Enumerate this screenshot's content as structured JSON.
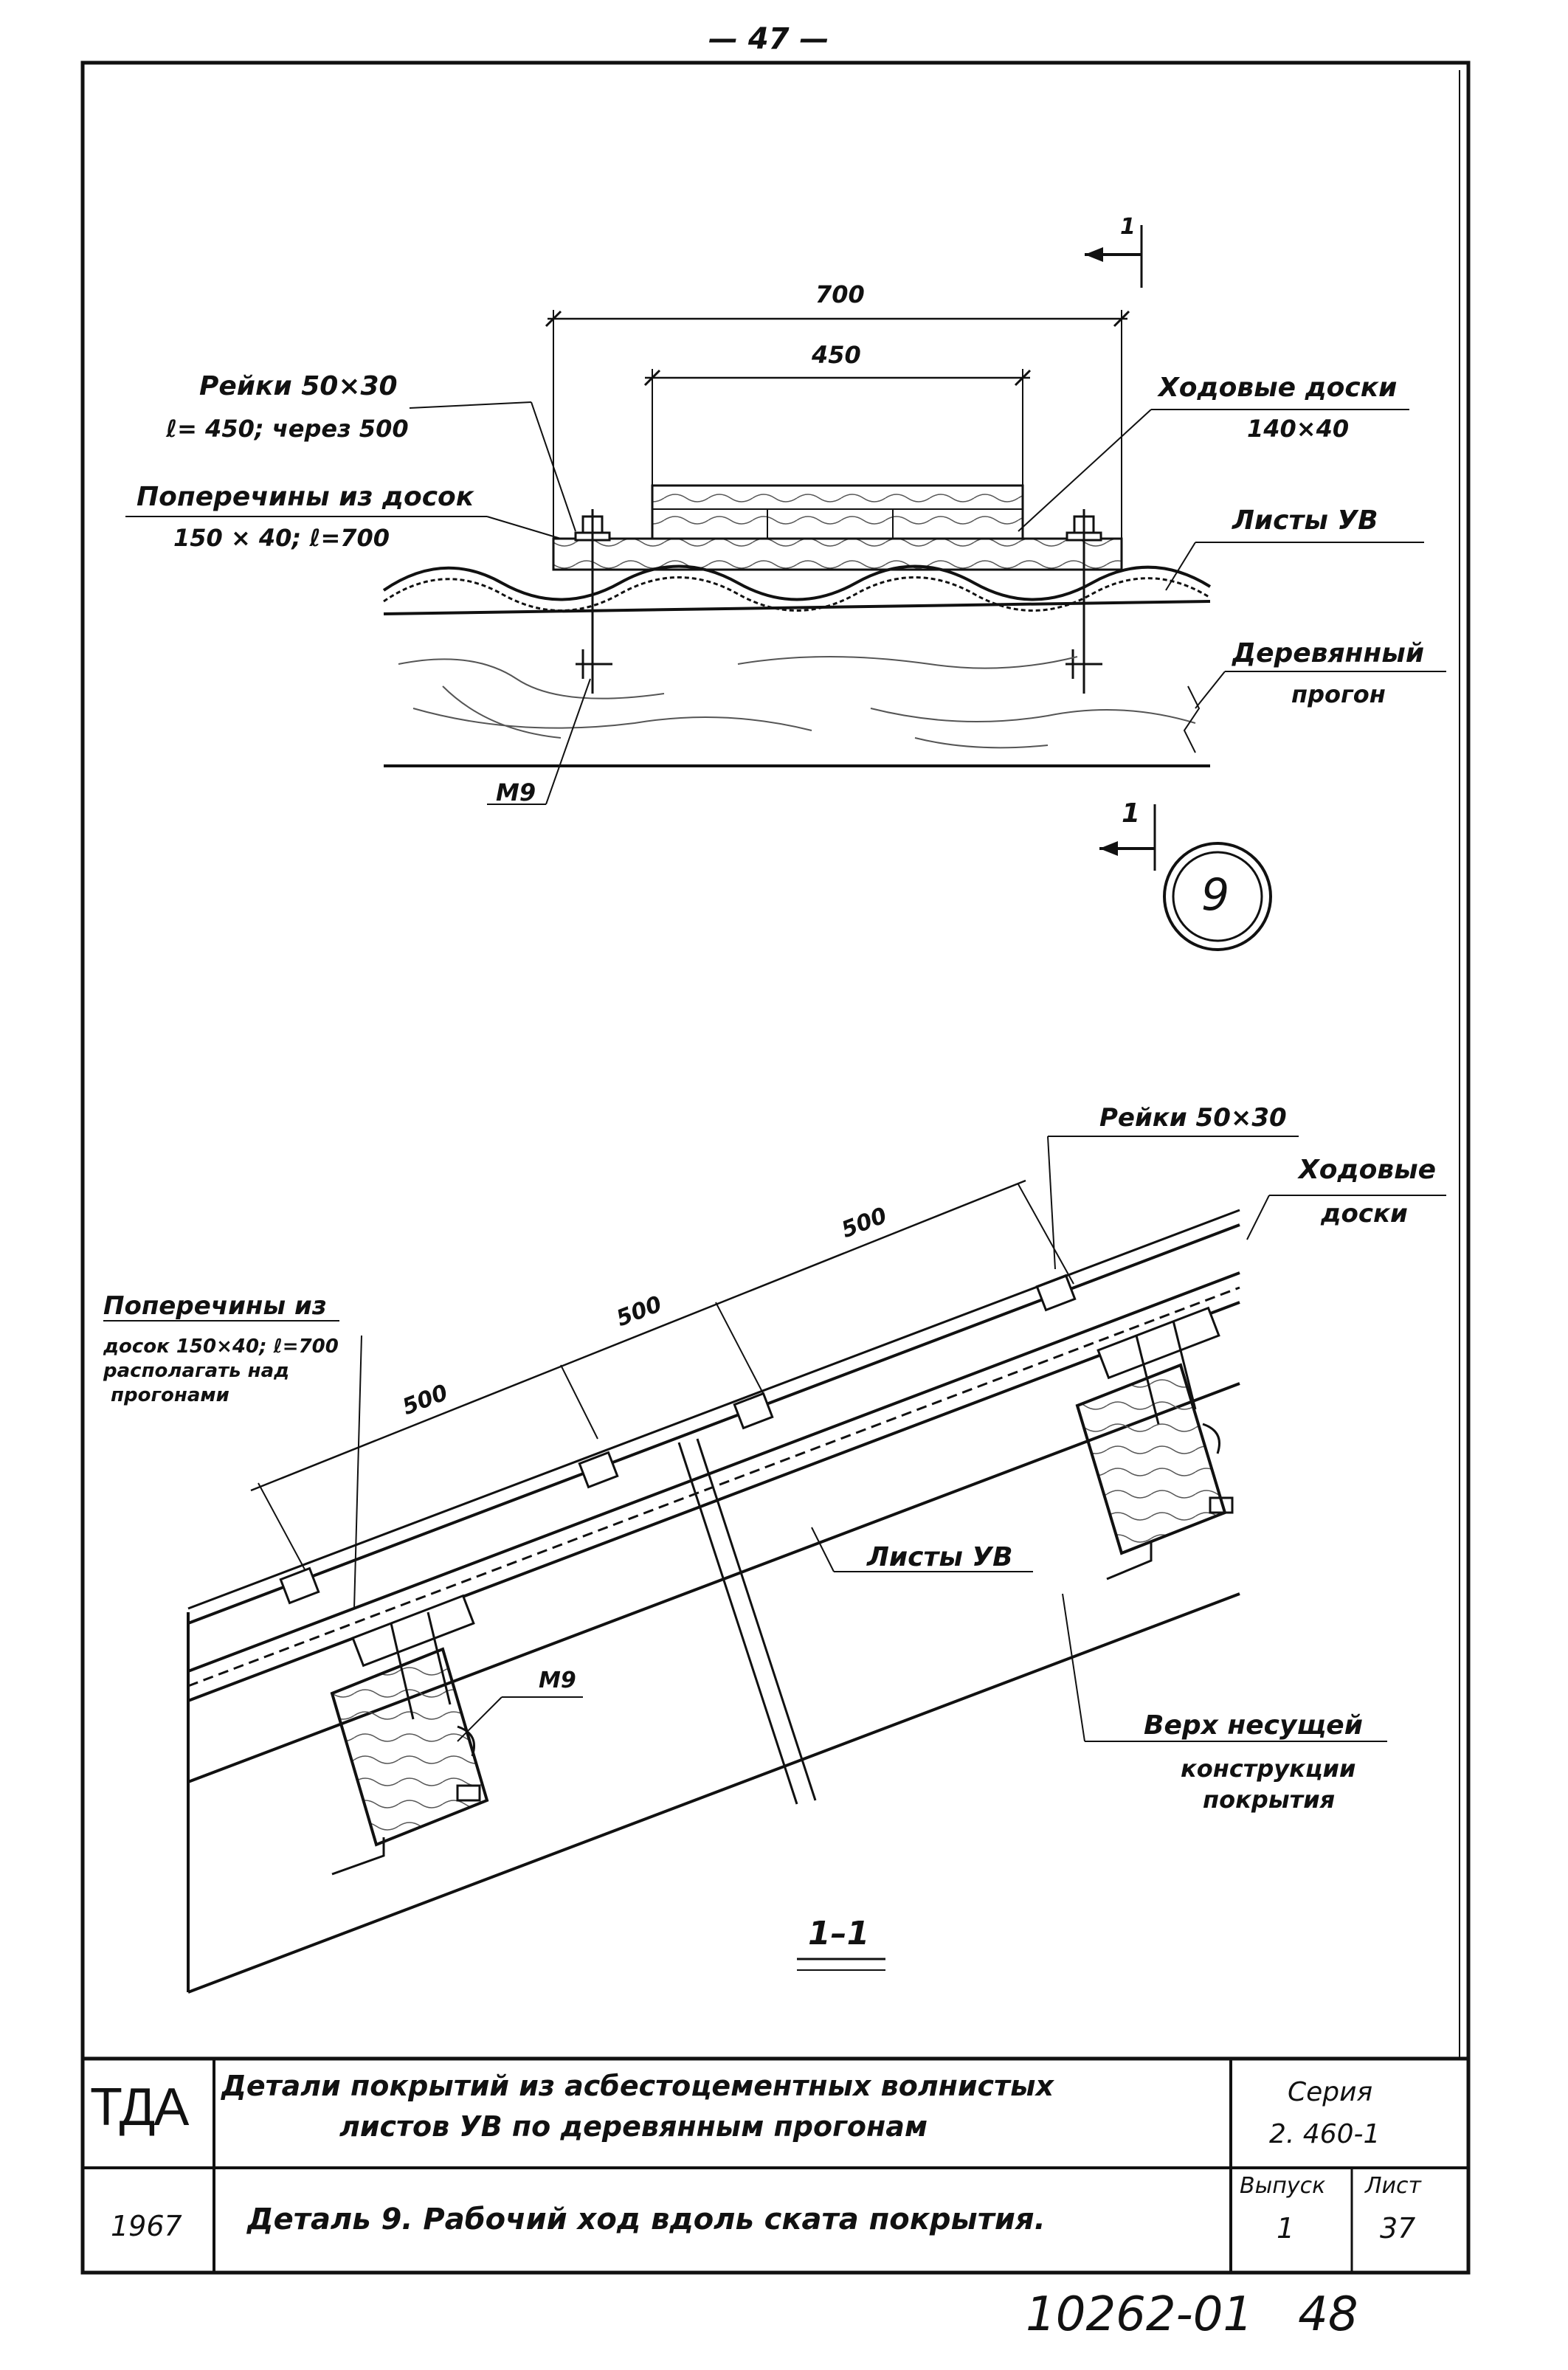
{
  "page_number": "— 47 —",
  "detail_top": {
    "dim_outer": "700",
    "dim_inner": "450",
    "rails_label_1": "Рейки  50×30",
    "rails_label_2": "ℓ= 450;  через 500",
    "cross_label_1": "Поперечины из досок",
    "cross_label_2": "150 × 40;  ℓ=700",
    "walk_label_1": "Ходовые доски",
    "walk_label_2": "140×40",
    "sheets_label": "Листы УВ",
    "purlin_label_1": "Деревянный",
    "purlin_label_2": "прогон",
    "bolt_label": "М9",
    "section_mark": "1",
    "detail_number": "9"
  },
  "detail_section": {
    "rails_label": "Рейки 50×30",
    "walk_label_1": "Ходовые",
    "walk_label_2": "доски",
    "dim_1": "500",
    "dim_2": "500",
    "dim_3": "500",
    "cross_label_1": "Поперечины из",
    "cross_label_2": "досок 150×40; ℓ=700",
    "cross_label_3": "располагать над",
    "cross_label_4": "прогонами",
    "sheets_label": "Листы УВ",
    "bolt_label": "М9",
    "top_label_1": "Верх  несущей",
    "top_label_2": "конструкции",
    "top_label_3": "покрытия",
    "section_title": "1–1"
  },
  "title_block": {
    "org": "ТДА",
    "title_line_1": "Детали   покрытий   из  асбестоцементных  волнистых",
    "title_line_2": "листов  УВ   по   деревянным   прогонам",
    "series_label": "Серия",
    "series_value": "2. 460-1",
    "year": "1967",
    "detail_title": "Деталь 9.  Рабочий  ход вдоль  ската  покрытия.",
    "issue_label": "Выпуск",
    "issue_value": "1",
    "sheet_label": "Лист",
    "sheet_value": "37"
  },
  "archive_number": "10262-01   48"
}
